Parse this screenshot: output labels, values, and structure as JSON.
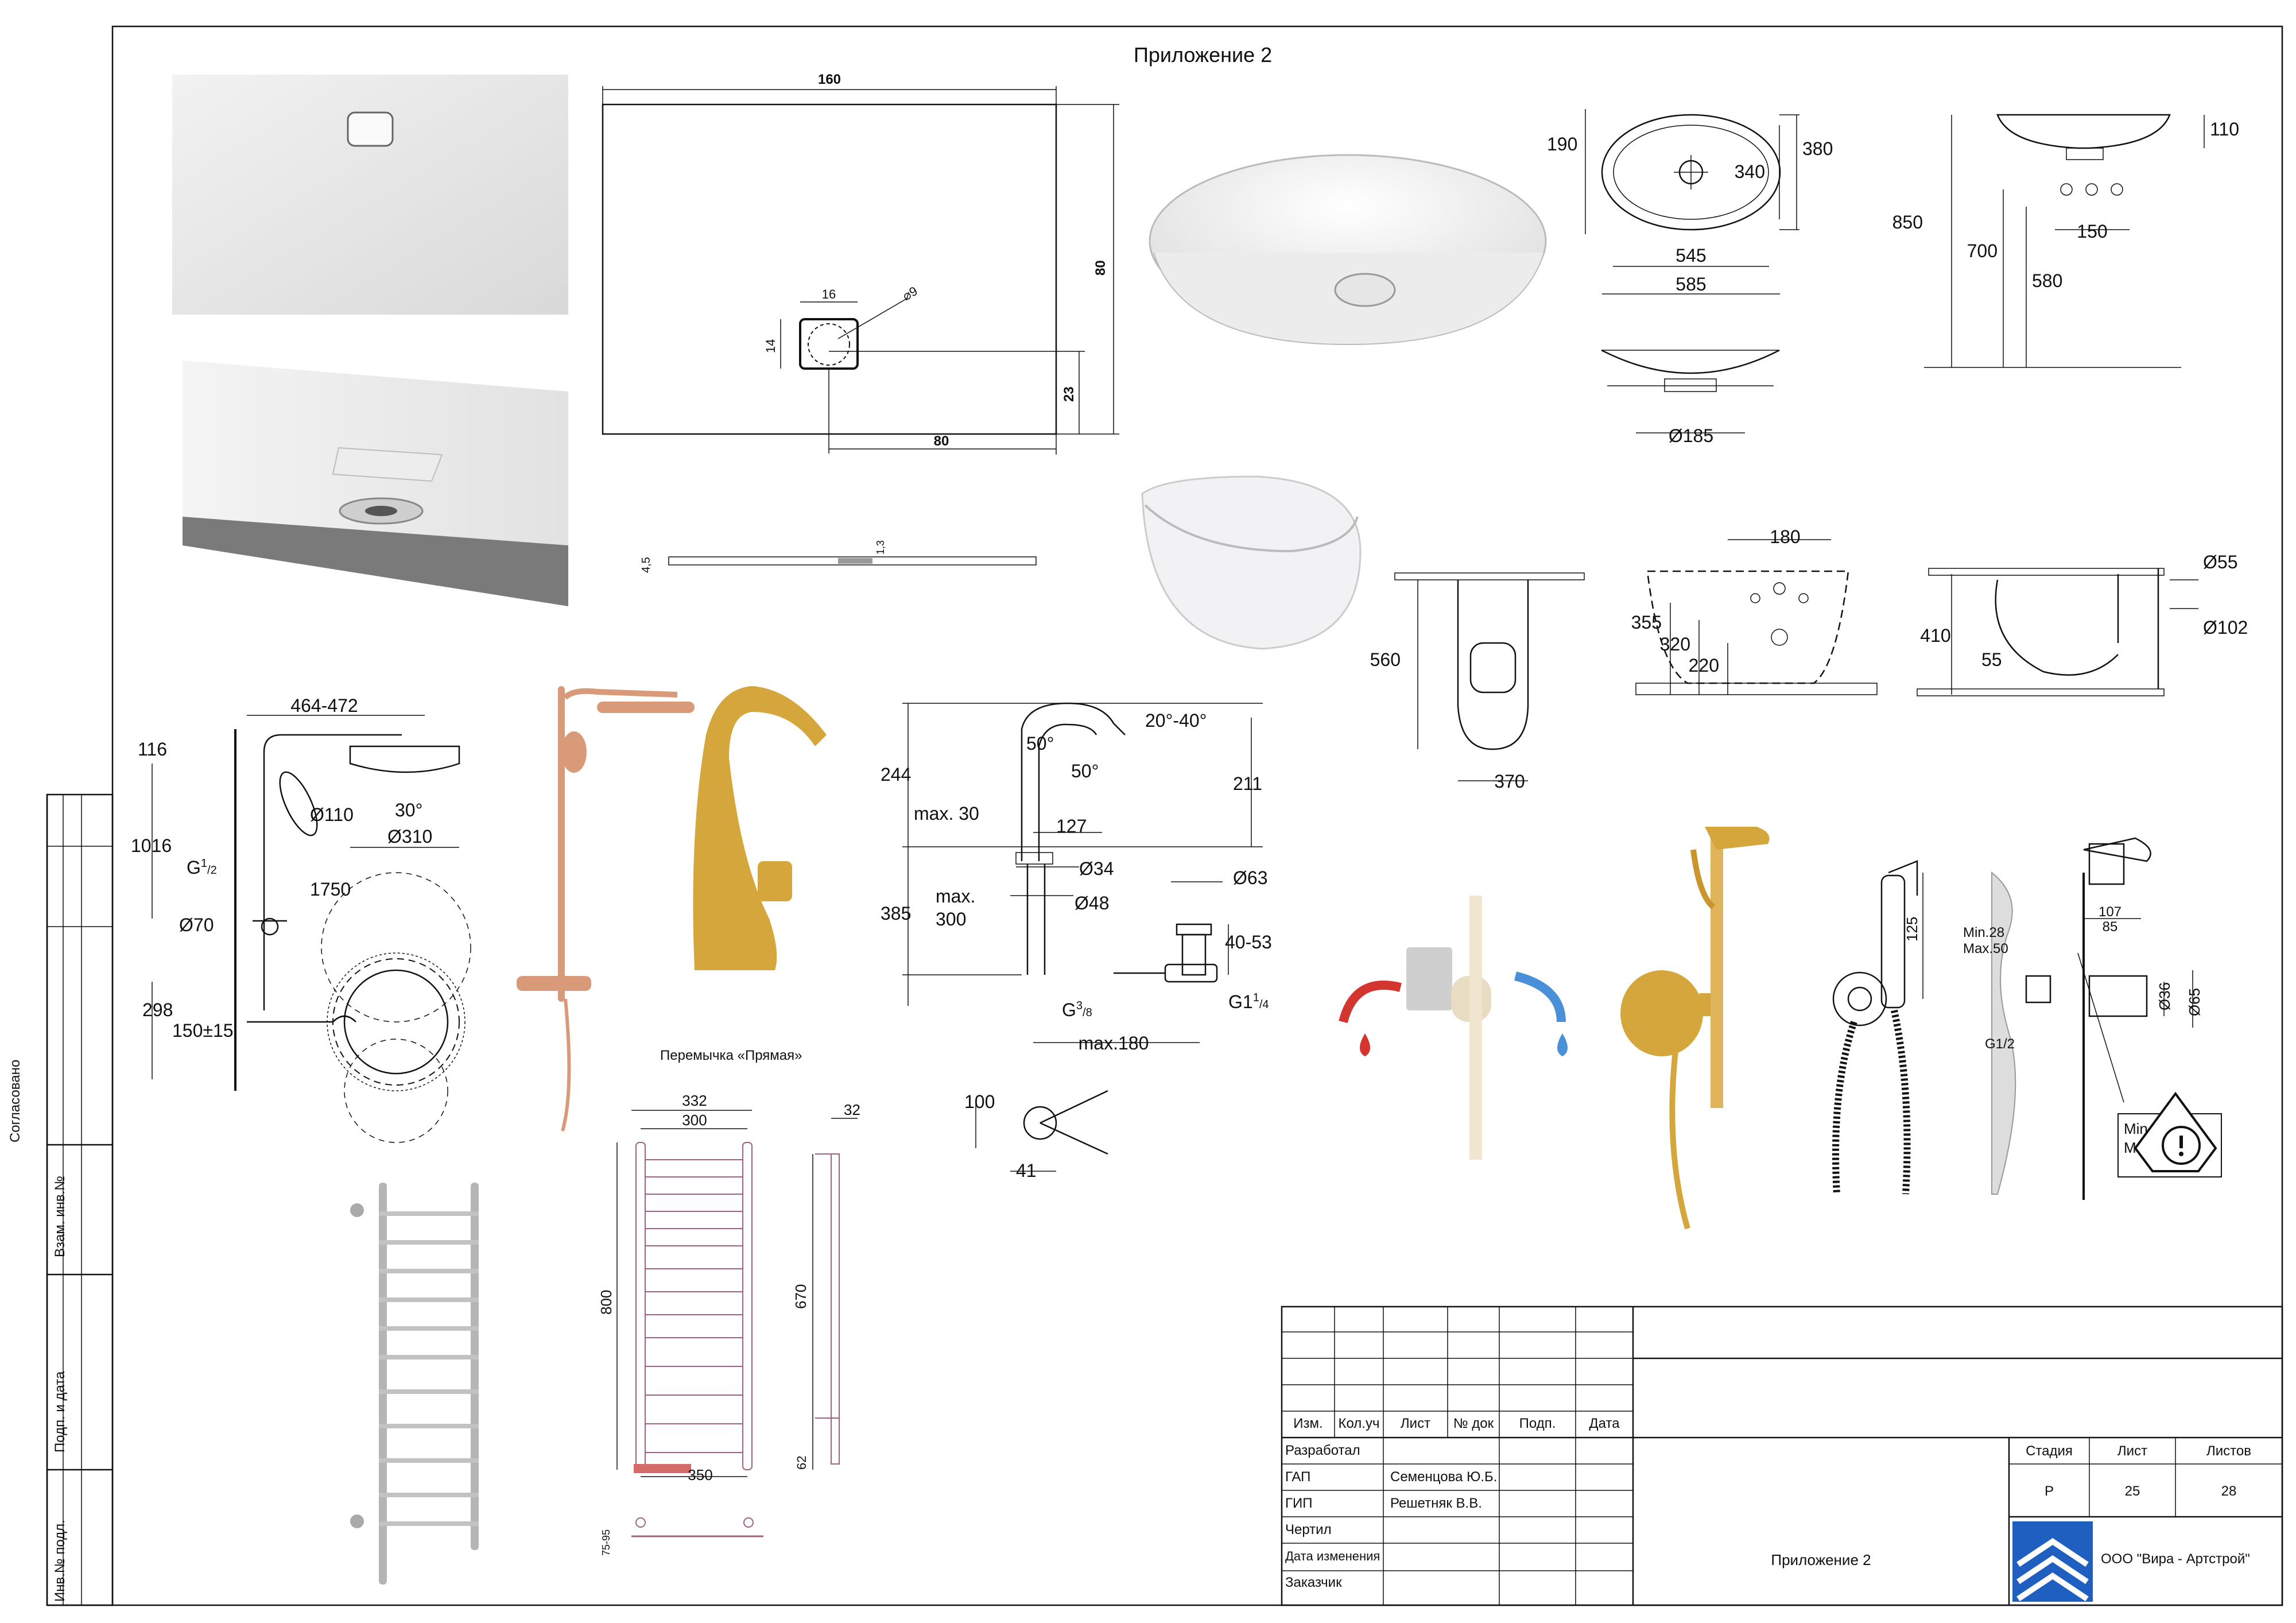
{
  "sheet": {
    "title": "Приложение 2"
  },
  "side_stamp": {
    "agreed": "Согласовано",
    "replace_inv": "Взам. инв.№",
    "sign_date": "Подп. и дата",
    "inv_orig": "Инв.№ подл."
  },
  "shower_tray": {
    "dims": {
      "width": "160",
      "height": "80",
      "drain_x": "80",
      "drain_y": "23",
      "drain_w": "16",
      "drain_h": "14",
      "drain_d": "⌀9",
      "thick": "4,5",
      "thick2": "1,3"
    }
  },
  "washbasin": {
    "dims": {
      "d190": "190",
      "d380": "380",
      "d340": "340",
      "d545": "545",
      "d585": "585",
      "d185": "Ø185",
      "d110": "110",
      "d850": "850",
      "d700": "700",
      "d580": "580",
      "d150": "150"
    }
  },
  "toilet": {
    "dims": {
      "d180": "180",
      "d560": "560",
      "d370": "370",
      "d355": "355",
      "d320": "320",
      "d220": "220",
      "d410": "410",
      "d55a": "55",
      "d55b": "Ø55",
      "d102": "Ø102"
    }
  },
  "shower_system": {
    "dims": {
      "d464": "464-472",
      "d116": "116",
      "d1016": "1016",
      "d110": "Ø110",
      "d30": "30°",
      "d310": "Ø310",
      "g12": "G",
      "g12sup": "1",
      "g12sub": "/2",
      "d1750": "1750",
      "d70": "Ø70",
      "d298": "298",
      "d150": "150±15"
    }
  },
  "faucet": {
    "dims": {
      "d2040": "20°-40°",
      "d244": "244",
      "d50a": "50°",
      "d50b": "50°",
      "d211": "211",
      "dmax30": "max. 30",
      "d127": "127",
      "d34": "Ø34",
      "dmax300a": "max.",
      "dmax300b": "300",
      "d48": "Ø48",
      "d385": "385",
      "d63": "Ø63",
      "d4053": "40-53",
      "g38": "G",
      "g38sup": "3",
      "g38sub": "/8",
      "dmax180": "max.180",
      "g114": "G1",
      "g114sup": "1",
      "g114sub": "/4",
      "d100": "100",
      "d41": "41"
    }
  },
  "towel_rail": {
    "caption": "Перемычка «Прямая»",
    "dims": {
      "d332": "332",
      "d300": "300",
      "d32": "32",
      "d800": "800",
      "d670": "670",
      "d350": "350",
      "d62": "62",
      "d7595": "75-95"
    }
  },
  "hygienic_shower": {
    "dims": {
      "d125": "125",
      "d107": "107",
      "d85": "85",
      "min28": "Min.28",
      "max50": "Max.50",
      "d36": "Ø36",
      "d65": "Ø65",
      "g12": "G1/2",
      "minmax_a": "Min.",
      "minmax_b": "Max."
    }
  },
  "title_block": {
    "headers": [
      "Изм.",
      "Кол.уч",
      "Лист",
      "№ док",
      "Подп.",
      "Дата"
    ],
    "rows": [
      {
        "role": "Разработал",
        "name": ""
      },
      {
        "role": "ГАП",
        "name": "Семенцова Ю.Б."
      },
      {
        "role": "ГИП",
        "name": "Решетняк В.В."
      },
      {
        "role": "Чертил",
        "name": ""
      },
      {
        "role": "Дата изменения",
        "name": ""
      },
      {
        "role": "Заказчик",
        "name": ""
      }
    ],
    "stage_label": "Стадия",
    "sheet_label": "Лист",
    "sheets_label": "Листов",
    "stage": "Р",
    "sheet": "25",
    "sheets": "28",
    "doc_title": "Приложение 2",
    "company": "ООО \"Вира - Артстрой\"",
    "colors": {
      "logo_blue": "#1f5fbf"
    }
  }
}
